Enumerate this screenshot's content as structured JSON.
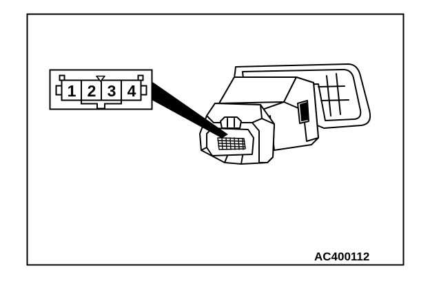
{
  "connector_pinout": {
    "pins": [
      "1",
      "2",
      "3",
      "4"
    ]
  },
  "figure_code": "AC400112",
  "colors": {
    "line": "#000000",
    "background": "#ffffff"
  }
}
